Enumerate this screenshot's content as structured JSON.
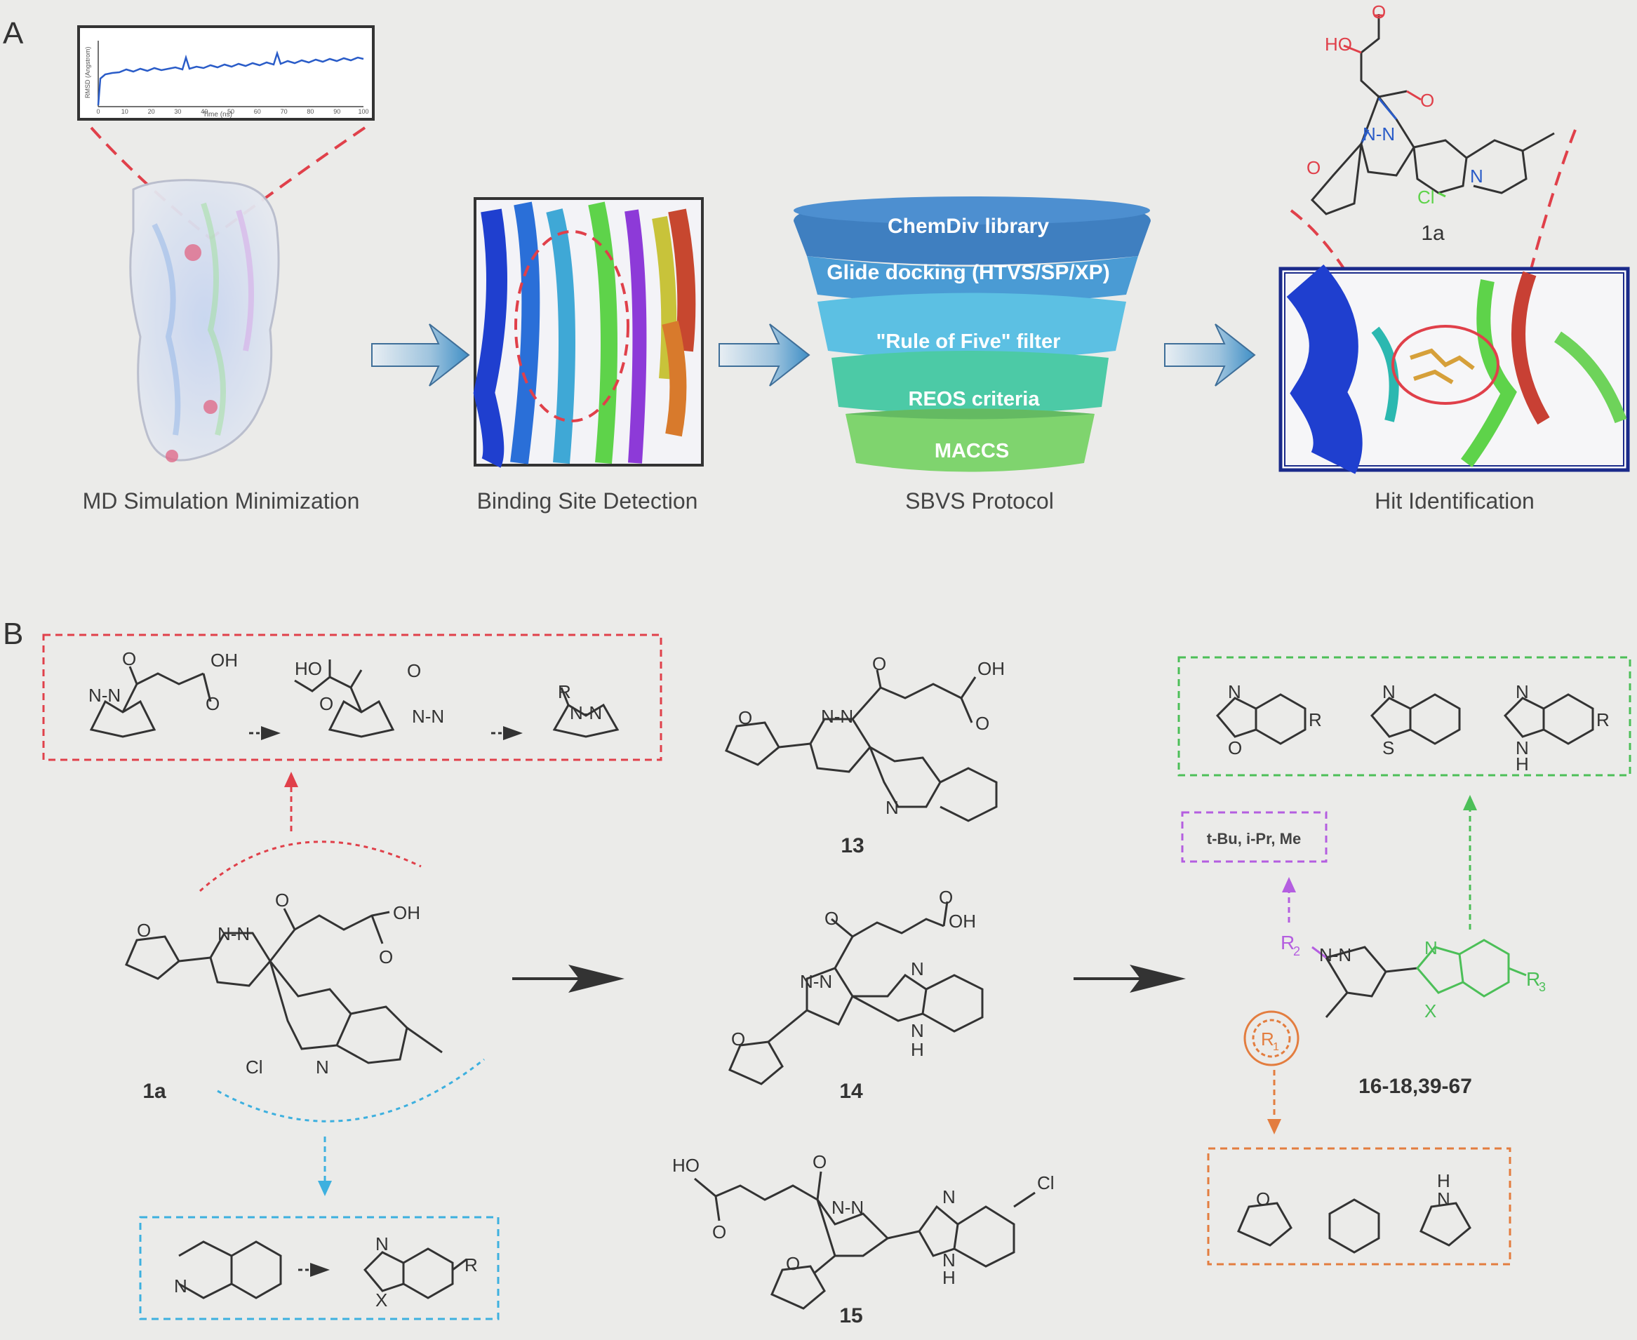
{
  "panels": {
    "a": {
      "letter": "A"
    },
    "b": {
      "letter": "B"
    }
  },
  "workflow": {
    "steps": [
      {
        "label": "MD Simulation Minimization"
      },
      {
        "label": "Binding Site Detection"
      },
      {
        "label": "SBVS Protocol"
      },
      {
        "label": "Hit Identification"
      }
    ],
    "rmsd_plot": {
      "y_label": "RMSD (Angstrom)",
      "x_label": "Time (ns)",
      "x_ticks": [
        "0",
        "10",
        "20",
        "30",
        "40",
        "50",
        "60",
        "70",
        "80",
        "90",
        "100"
      ]
    },
    "funnel": {
      "levels": [
        {
          "label": "ChemDiv library",
          "color": "#3f7fc0"
        },
        {
          "label": "Glide docking (HTVS/SP/XP)",
          "color": "#4a9bd4"
        },
        {
          "label": "\"Rule of Five\" filter",
          "color": "#5cc0e3"
        },
        {
          "label": "REOS criteria",
          "color": "#4ccaa6"
        },
        {
          "label": "MACCS",
          "color": "#7fd46e"
        }
      ]
    },
    "hit": {
      "compound": "1a"
    }
  },
  "chemistry": {
    "compounds": {
      "c1a": "1a",
      "c13": "13",
      "c14": "14",
      "c15": "15",
      "series": "16-18,39-67"
    },
    "atoms": {
      "oh": "OH",
      "ho": "HO",
      "o": "O",
      "n": "N",
      "nn": "N-N",
      "cl": "Cl",
      "s": "S",
      "nh": "NH",
      "h": "H",
      "x": "X",
      "r": "R",
      "r1": "R",
      "r1sub": "1",
      "r2": "R",
      "r2sub": "2",
      "r3": "R",
      "r3sub": "3"
    },
    "substituents": "t-Bu, i-Pr, Me"
  },
  "colors": {
    "red_box": "#e0404a",
    "blue_box": "#3db0df",
    "green_box": "#4cbf58",
    "purple_box": "#b45ee0",
    "orange_box": "#e37d3f",
    "bond": "#333333"
  }
}
